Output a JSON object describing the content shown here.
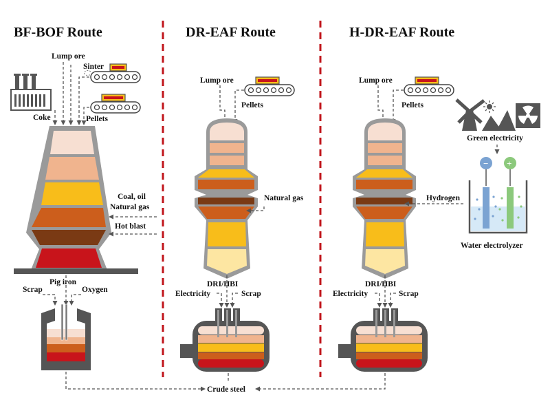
{
  "routes": {
    "bf_bof": {
      "title": "BF-BOF Route",
      "lump_ore": "Lump ore",
      "sinter": "Sinter",
      "coke": "Coke",
      "pellets": "Pellets",
      "coal_oil": "Coal, oil",
      "natural_gas": "Natural gas",
      "hot_blast": "Hot blast",
      "pig_iron": "Pig iron",
      "scrap": "Scrap",
      "oxygen": "Oxygen"
    },
    "dr_eaf": {
      "title": "DR-EAF Route",
      "lump_ore": "Lump ore",
      "pellets": "Pellets",
      "natural_gas": "Natural gas",
      "dri_hbi": "DRI/HBI",
      "electricity": "Electricity",
      "scrap": "Scrap"
    },
    "h_dr_eaf": {
      "title": "H-DR-EAF Route",
      "lump_ore": "Lump ore",
      "pellets": "Pellets",
      "green_electricity": "Green electricity",
      "hydrogen": "Hydrogen",
      "water_electrolyzer": "Water electrolyzer",
      "dri_hbi": "DRI/HBI",
      "electricity": "Electricity",
      "scrap": "Scrap"
    }
  },
  "output": {
    "crude_steel": "Crude steel"
  },
  "electrolyzer": {
    "minus": "−",
    "plus": "+"
  },
  "colors": {
    "divider": "#c0151b",
    "layer_pale": "#f7dfd2",
    "layer_peach": "#f0b48e",
    "layer_yellow": "#f8bd1a",
    "layer_orange": "#cc5e1c",
    "layer_brown": "#7a3a14",
    "layer_red": "#c8141b",
    "shell": "#9a9a9a",
    "electrode_minus": "#7ba3d2",
    "electrode_plus": "#8cc97c"
  }
}
